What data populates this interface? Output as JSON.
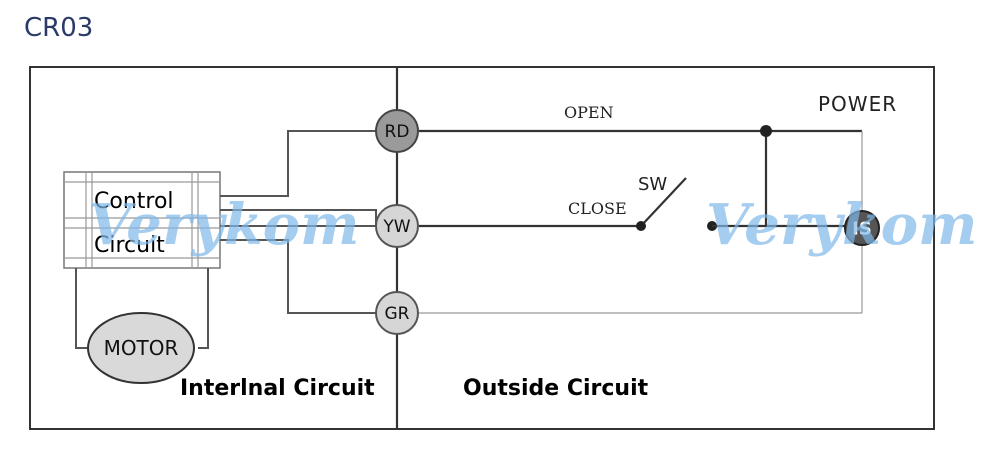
{
  "title": "CR03",
  "terminals": {
    "rd": "RD",
    "yw": "YW",
    "gr": "GR",
    "is": "IS"
  },
  "labels": {
    "open": "OPEN",
    "close": "CLOSE",
    "sw": "SW",
    "power": "POWER",
    "control_line1": "Control",
    "control_line2": "Circuit",
    "motor": "MOTOR",
    "internal": "Interlnal Circuit",
    "outside": "Outside Circuit"
  },
  "watermark": {
    "left": "Verykom",
    "right": "Verykom",
    "color": "#7fb8e8"
  }
}
